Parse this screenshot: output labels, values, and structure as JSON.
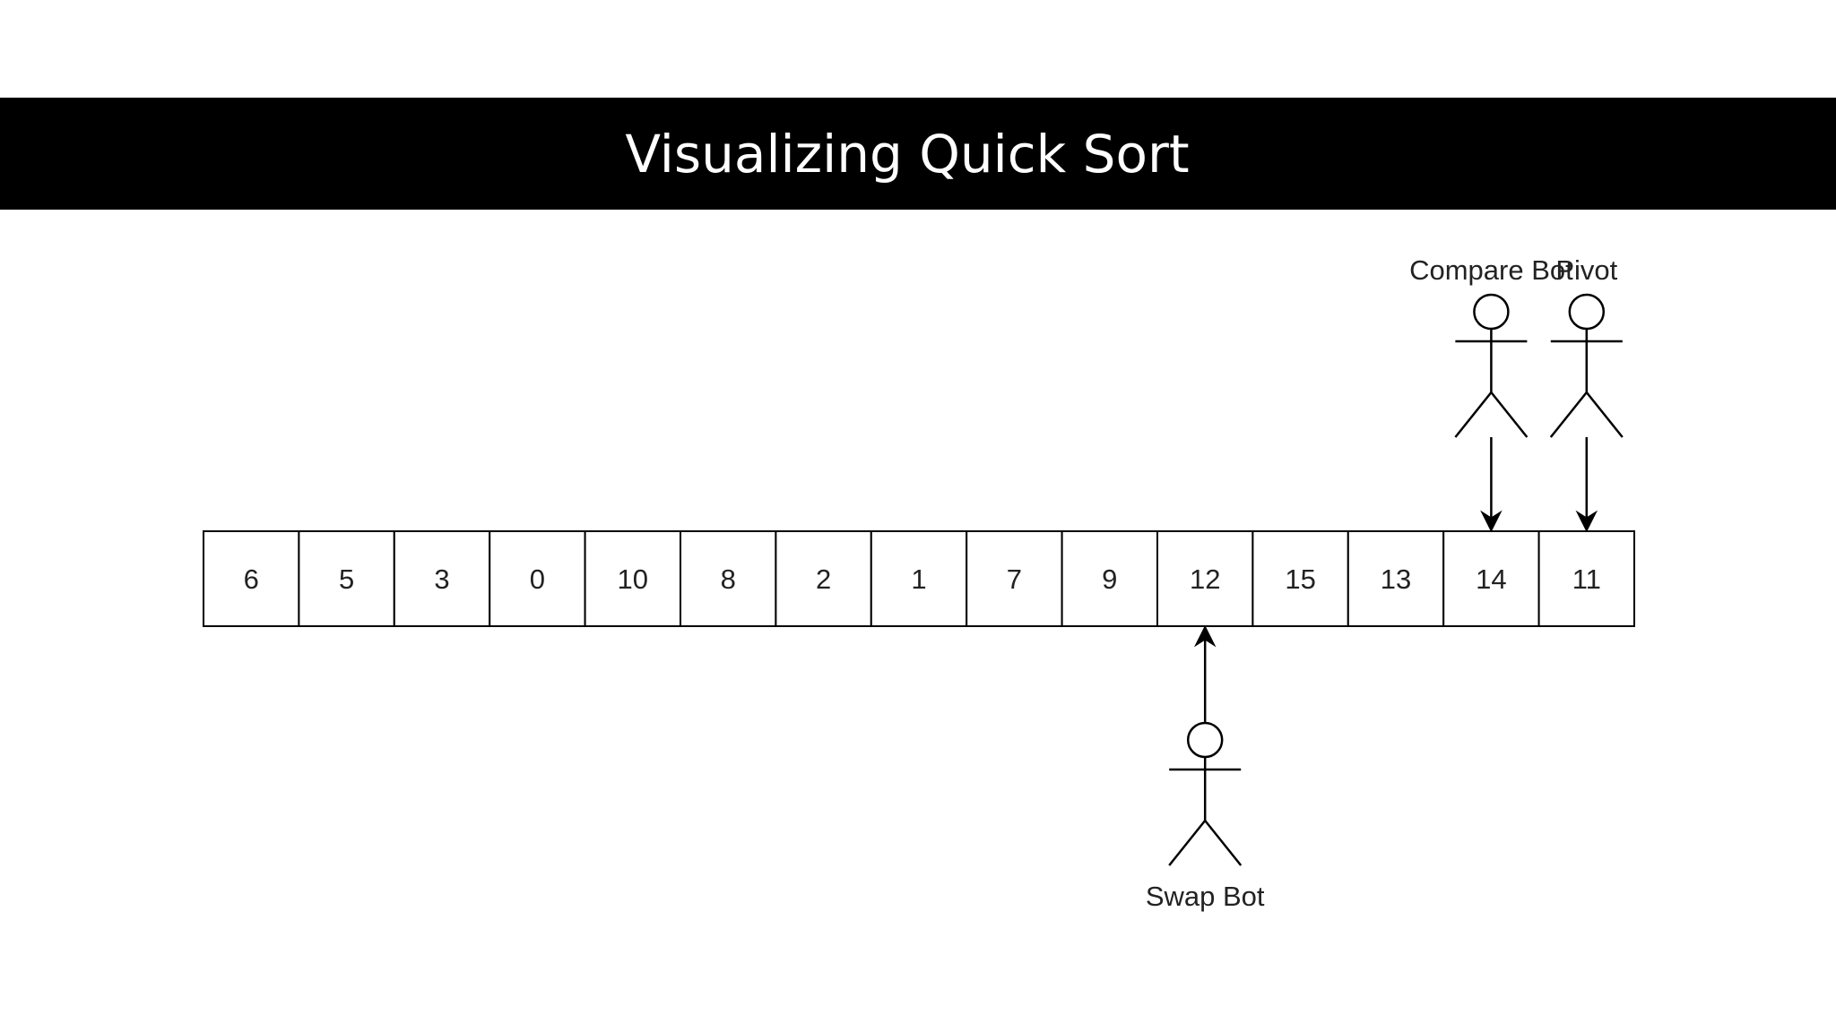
{
  "title": "Visualizing Quick Sort",
  "array": [
    "6",
    "5",
    "3",
    "0",
    "10",
    "8",
    "2",
    "1",
    "7",
    "9",
    "12",
    "15",
    "13",
    "14",
    "11"
  ],
  "bots": [
    {
      "label": "Compare Bot",
      "target_index": 13,
      "side": "top"
    },
    {
      "label": "Pivot",
      "target_index": 14,
      "side": "top"
    },
    {
      "label": "Swap Bot",
      "target_index": 10,
      "side": "bottom"
    }
  ],
  "colors": {
    "title_bar": "#000000",
    "title_text": "#ffffff",
    "stroke": "#000000",
    "text": "#222222"
  }
}
